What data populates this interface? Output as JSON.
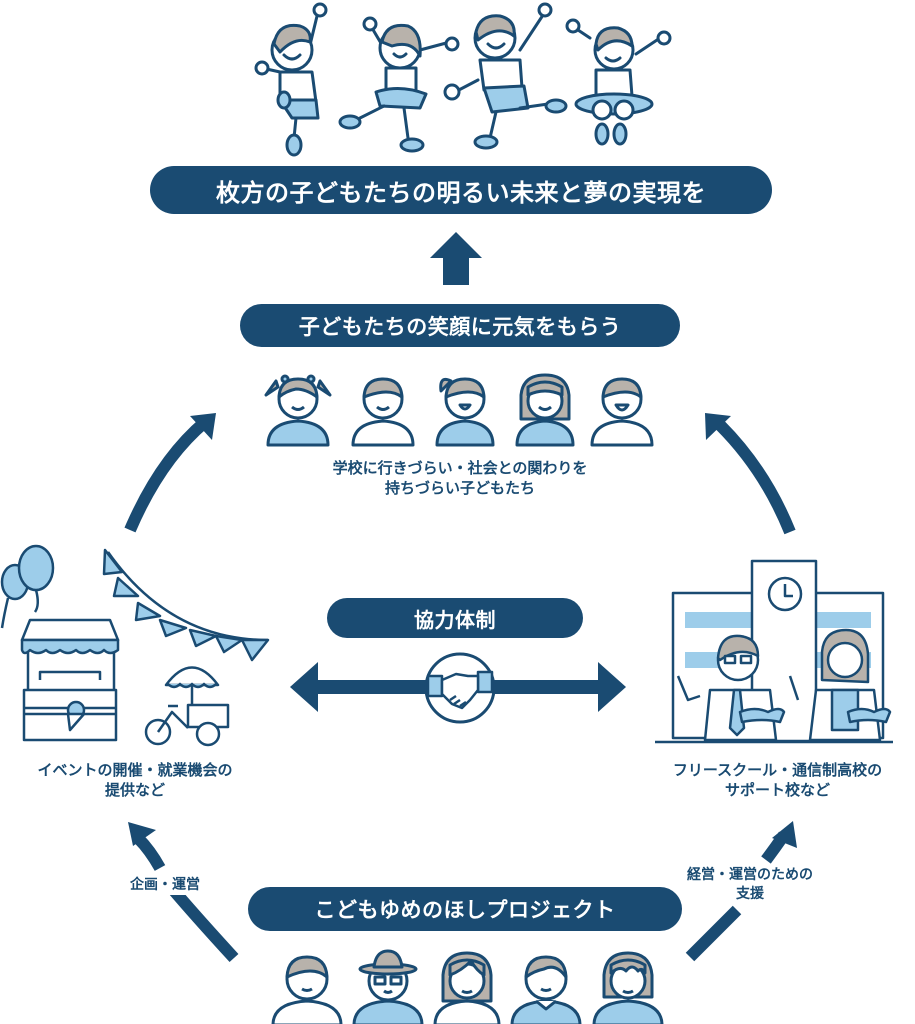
{
  "colors": {
    "navy": "#1a4b72",
    "light_blue": "#9dcdea",
    "hair": "#b8b2ab",
    "white": "#ffffff"
  },
  "goal": {
    "label": "枚方の子どもたちの明るい未来と夢の実現を"
  },
  "benefit": {
    "label": "子どもたちの笑顔に元気をもらう"
  },
  "children": {
    "caption": "学校に行きづらい・社会との関わりを\n持ちづらい子どもたち"
  },
  "cooperation": {
    "label": "協力体制",
    "icon": "handshake-icon"
  },
  "left_node": {
    "caption": "イベントの開催・就業機会の\n提供など",
    "icons": [
      "balloons-icon",
      "bunting-icon",
      "market-stall-icon",
      "ice-cream-icon",
      "cargo-bike-icon"
    ]
  },
  "right_node": {
    "caption": "フリースクール・通信制高校の\nサポート校など",
    "icons": [
      "school-building-icon",
      "clock-icon",
      "teacher-male-icon",
      "teacher-female-icon"
    ]
  },
  "project": {
    "label": "こどもゆめのほしプロジェクト"
  },
  "arrow_labels": {
    "left": "企画・運営",
    "right": "経営・運営のための\n支援"
  },
  "jumping_kids": [
    {
      "name": "jumping-boy-fist"
    },
    {
      "name": "jumping-girl-skirt"
    },
    {
      "name": "jumping-boy"
    },
    {
      "name": "jumping-girl-ponytail"
    }
  ],
  "child_faces": [
    {
      "name": "girl-pigtails",
      "shirt": "blue"
    },
    {
      "name": "boy",
      "shirt": "white"
    },
    {
      "name": "girl-ponytail",
      "shirt": "blue"
    },
    {
      "name": "girl-bob",
      "shirt": "blue"
    },
    {
      "name": "boy-laughing",
      "shirt": "white"
    }
  ],
  "adult_faces": [
    {
      "name": "man",
      "shirt": "white"
    },
    {
      "name": "elder-hat-glasses",
      "shirt": "blue"
    },
    {
      "name": "woman-long-hair",
      "shirt": "white"
    },
    {
      "name": "man-collar",
      "shirt": "blue"
    },
    {
      "name": "woman-bangs",
      "shirt": "blue"
    }
  ]
}
